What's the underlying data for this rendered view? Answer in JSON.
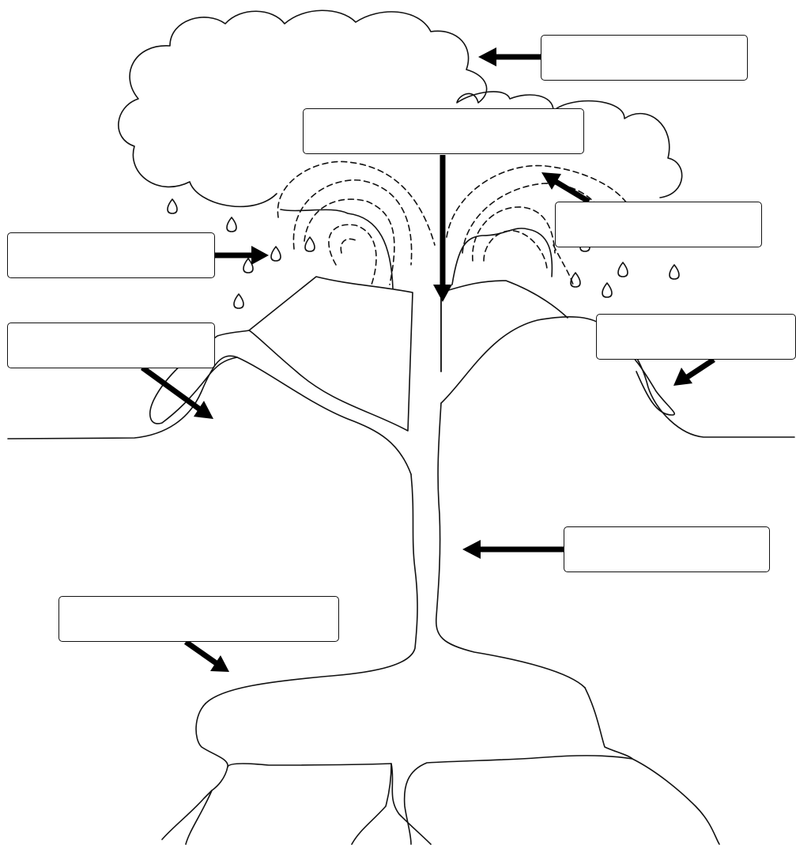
{
  "diagram": {
    "colors": {
      "line": "#111111",
      "arrow": "#000000",
      "background": "#ffffff"
    },
    "labels": [
      {
        "id": "cloud-label",
        "text": ""
      },
      {
        "id": "vent-label",
        "text": ""
      },
      {
        "id": "ash-column-label",
        "text": ""
      },
      {
        "id": "ash-rain-label",
        "text": ""
      },
      {
        "id": "lava-flow-left-label",
        "text": ""
      },
      {
        "id": "lava-flow-right-label",
        "text": ""
      },
      {
        "id": "conduit-label",
        "text": ""
      },
      {
        "id": "magma-chamber-label",
        "text": ""
      }
    ]
  }
}
